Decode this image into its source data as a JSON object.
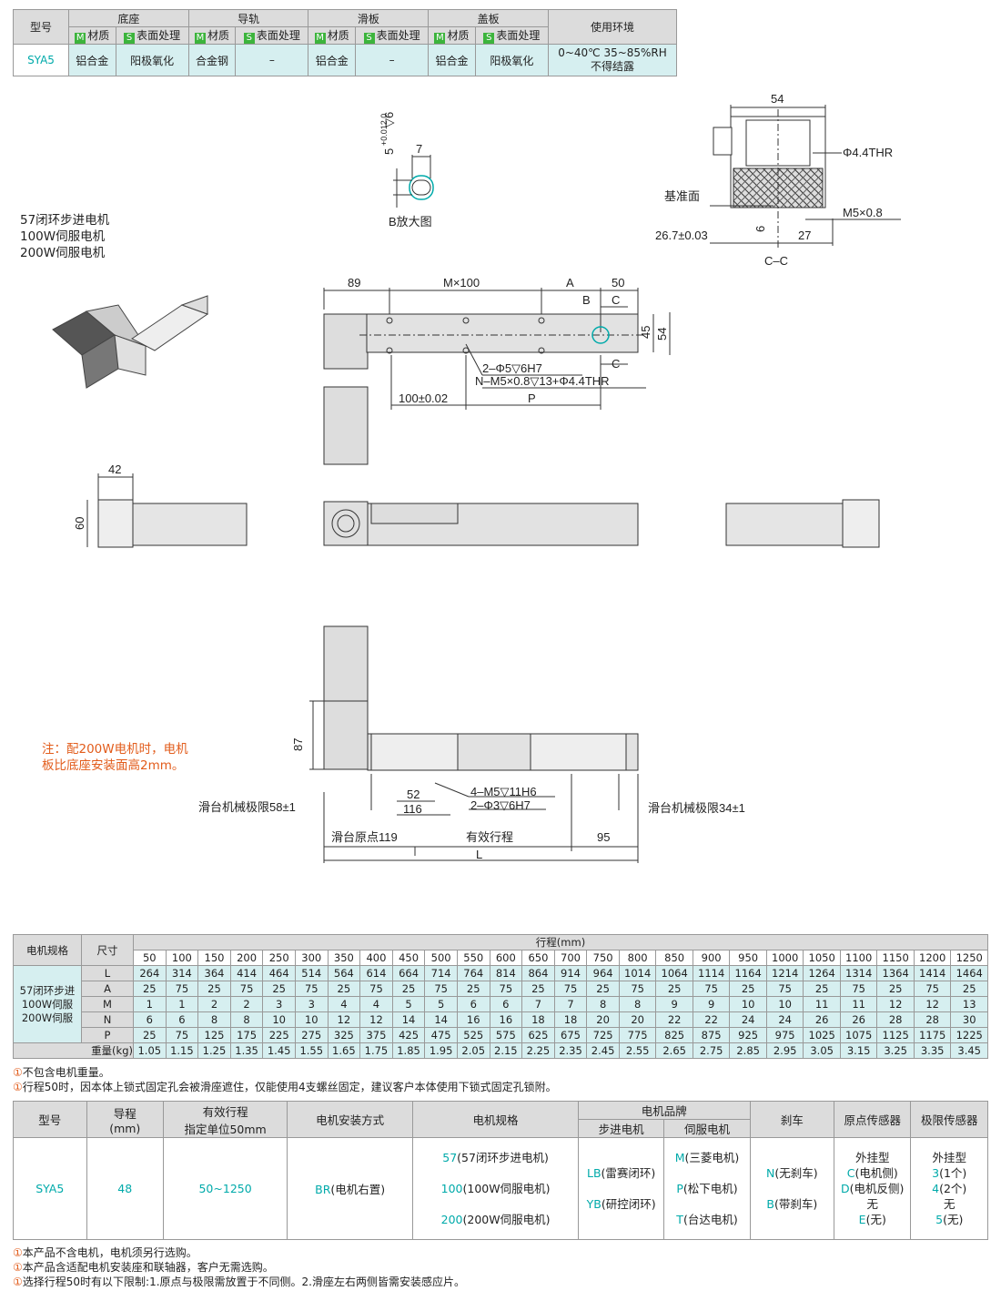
{
  "spec_table": {
    "model_header": "型号",
    "groups": [
      "底座",
      "导轨",
      "滑板",
      "盖板"
    ],
    "env_header": "使用环境",
    "m_badge": "M",
    "s_badge": "S",
    "material_label": "材质",
    "surface_label": "表面处理",
    "model": "SYA5",
    "values": [
      "铝合金",
      "阳极氧化",
      "合金钢",
      "–",
      "铝合金",
      "–",
      "铝合金",
      "阳极氧化"
    ],
    "env_line1": "0~40℃ 35~85%RH",
    "env_line2": "不得结露"
  },
  "motor_list": [
    "57闭环步进电机",
    "100W伺服电机",
    "200W伺服电机"
  ],
  "drawing_labels": {
    "b_enlarged": "B放大图",
    "b_w": "7",
    "b_h": "5",
    "b_tol": "+0.012 0",
    "b_depth": "▽6",
    "cc_width": "54",
    "cc_thr": "Φ4.4THR",
    "cc_ref": "基准面",
    "cc_m5": "M5×0.8",
    "cc_267": "26.7±0.03",
    "cc_6": "6",
    "cc_27": "27",
    "cc_title": "C–C",
    "d89": "89",
    "dM": "M×100",
    "dA": "A",
    "d50": "50",
    "dB": "B",
    "dC1": "C",
    "dC2": "C",
    "d45": "45",
    "d54": "54",
    "pin": "2–Φ5▽6H7",
    "nhole": "N–M5×0.8▽13+Φ4.4THR",
    "d100": "100±0.02",
    "dP": "P",
    "d42": "42",
    "d60": "60",
    "d87": "87",
    "d52": "52",
    "d116": "116",
    "h4m5": "4–M5▽11H6",
    "h2phi3": "2–Φ3▽6H7",
    "limit_left": "滑台机械极限58±1",
    "limit_right": "滑台机械极限34±1",
    "origin": "滑台原点119",
    "effective": "有效行程",
    "d95": "95",
    "dL": "L"
  },
  "note_red": [
    "注：配200W电机时，电机",
    "板比底座安装面高2mm。"
  ],
  "dim_table": {
    "motor_spec_header": "电机规格",
    "size_header": "尺寸",
    "stroke_header": "行程(mm)",
    "motor_cell": [
      "57闭环步进",
      "100W伺服",
      "200W伺服"
    ],
    "strokes": [
      "50",
      "100",
      "150",
      "200",
      "250",
      "300",
      "350",
      "400",
      "450",
      "500",
      "550",
      "600",
      "650",
      "700",
      "750",
      "800",
      "850",
      "900",
      "950",
      "1000",
      "1050",
      "1100",
      "1150",
      "1200",
      "1250"
    ],
    "rows": [
      {
        "label": "L",
        "values": [
          "264",
          "314",
          "364",
          "414",
          "464",
          "514",
          "564",
          "614",
          "664",
          "714",
          "764",
          "814",
          "864",
          "914",
          "964",
          "1014",
          "1064",
          "1114",
          "1164",
          "1214",
          "1264",
          "1314",
          "1364",
          "1414",
          "1464"
        ]
      },
      {
        "label": "A",
        "values": [
          "25",
          "75",
          "25",
          "75",
          "25",
          "75",
          "25",
          "75",
          "25",
          "75",
          "25",
          "75",
          "25",
          "75",
          "25",
          "75",
          "25",
          "75",
          "25",
          "75",
          "25",
          "75",
          "25",
          "75",
          "25"
        ]
      },
      {
        "label": "M",
        "values": [
          "1",
          "1",
          "2",
          "2",
          "3",
          "3",
          "4",
          "4",
          "5",
          "5",
          "6",
          "6",
          "7",
          "7",
          "8",
          "8",
          "9",
          "9",
          "10",
          "10",
          "11",
          "11",
          "12",
          "12",
          "13"
        ]
      },
      {
        "label": "N",
        "values": [
          "6",
          "6",
          "8",
          "8",
          "10",
          "10",
          "12",
          "12",
          "14",
          "14",
          "16",
          "16",
          "18",
          "18",
          "20",
          "20",
          "22",
          "22",
          "24",
          "24",
          "26",
          "26",
          "28",
          "28",
          "30"
        ]
      },
      {
        "label": "P",
        "values": [
          "25",
          "75",
          "125",
          "175",
          "225",
          "275",
          "325",
          "375",
          "425",
          "475",
          "525",
          "575",
          "625",
          "675",
          "725",
          "775",
          "825",
          "875",
          "925",
          "975",
          "1025",
          "1075",
          "1125",
          "1175",
          "1225"
        ]
      },
      {
        "label": "重量(kg)",
        "values": [
          "1.05",
          "1.15",
          "1.25",
          "1.35",
          "1.45",
          "1.55",
          "1.65",
          "1.75",
          "1.85",
          "1.95",
          "2.05",
          "2.15",
          "2.25",
          "2.35",
          "2.45",
          "2.55",
          "2.65",
          "2.75",
          "2.85",
          "2.95",
          "3.05",
          "3.15",
          "3.25",
          "3.35",
          "3.45"
        ]
      }
    ],
    "notes": [
      "不包含电机重量。",
      "行程50时，因本体上锁式固定孔会被滑座遮住，仅能使用4支螺丝固定，建议客户本体使用下锁式固定孔锁附。"
    ]
  },
  "order_table": {
    "headers": {
      "model": "型号",
      "lead": "导程",
      "lead_unit": "(mm)",
      "stroke": "有效行程",
      "stroke_unit": "指定单位50mm",
      "mount": "电机安装方式",
      "motor_spec": "电机规格",
      "brand": "电机品牌",
      "stepper": "步进电机",
      "servo": "伺服电机",
      "brake": "刹车",
      "origin": "原点传感器",
      "limit": "极限传感器"
    },
    "model": "SYA5",
    "lead": "48",
    "stroke": "50~1250",
    "mount_code": "BR",
    "mount_desc": "(电机右置)",
    "motor_specs": [
      {
        "code": "57",
        "desc": "(57闭环步进电机)"
      },
      {
        "code": "100",
        "desc": "(100W伺服电机)"
      },
      {
        "code": "200",
        "desc": "(200W伺服电机)"
      }
    ],
    "stepper": [
      {
        "code": "LB",
        "desc": "(雷赛闭环)"
      },
      {
        "code": "YB",
        "desc": "(研控闭环)"
      }
    ],
    "servo": [
      {
        "code": "M",
        "desc": "(三菱电机)"
      },
      {
        "code": "P",
        "desc": "(松下电机)"
      },
      {
        "code": "T",
        "desc": "(台达电机)"
      }
    ],
    "brake": [
      {
        "code": "N",
        "desc": "(无刹车)"
      },
      {
        "code": "B",
        "desc": "(带刹车)"
      }
    ],
    "origin": {
      "title": "外挂型",
      "items": [
        {
          "code": "C",
          "desc": "(电机侧)"
        },
        {
          "code": "D",
          "desc": "(电机反侧)"
        }
      ],
      "none": "无",
      "none_item": {
        "code": "E",
        "desc": "(无)"
      }
    },
    "limit": {
      "title": "外挂型",
      "items": [
        {
          "code": "3",
          "desc": "(1个)"
        },
        {
          "code": "4",
          "desc": "(2个)"
        }
      ],
      "none": "无",
      "none_item": {
        "code": "5",
        "desc": "(无)"
      }
    },
    "notes": [
      "本产品不含电机，电机须另行选购。",
      "本产品含适配电机安装座和联轴器，客户无需选购。",
      "选择行程50时有以下限制:1.原点与极限需放置于不同侧。2.滑座左右两侧皆需安装感应片。"
    ]
  },
  "note_icon": "①"
}
